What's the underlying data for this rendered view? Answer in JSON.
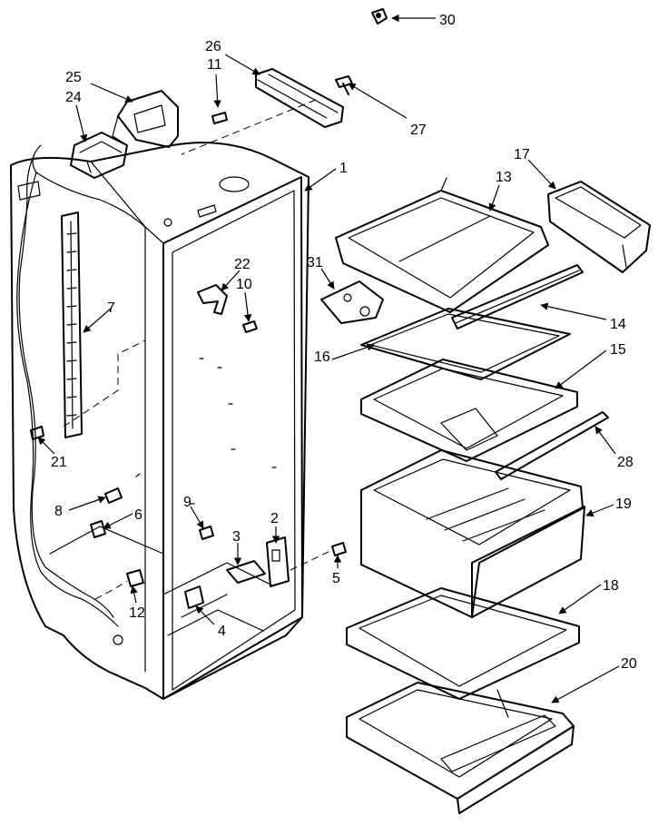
{
  "callouts": {
    "c1": "1",
    "c2": "2",
    "c3": "3",
    "c4": "4",
    "c5": "5",
    "c6": "6",
    "c7": "7",
    "c8": "8",
    "c9": "9",
    "c10": "10",
    "c11": "11",
    "c12": "12",
    "c13": "13",
    "c14": "14",
    "c15": "15",
    "c16": "16",
    "c17": "17",
    "c18": "18",
    "c19": "19",
    "c20": "20",
    "c21": "21",
    "c22": "22",
    "c24": "24",
    "c25": "25",
    "c26": "26",
    "c27": "27",
    "c28": "28",
    "c30": "30",
    "c31": "31"
  }
}
